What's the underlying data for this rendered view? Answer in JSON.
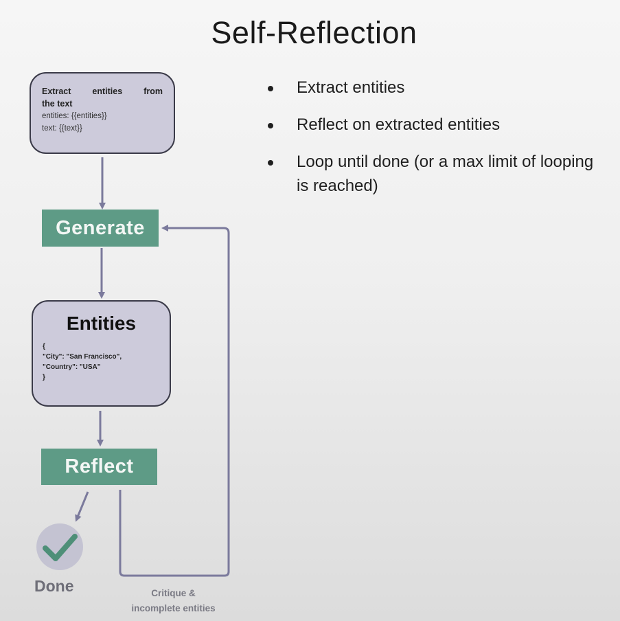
{
  "title": "Self-Reflection",
  "prompt_box": {
    "heading_line1": "Extract entities from",
    "heading_line2": "the text",
    "line1": "entities: {{entities}}",
    "line2": "text: {{text}}"
  },
  "generate_label": "Generate",
  "entities_box": {
    "title": "Entities",
    "lines": [
      "{",
      "\"City\": \"San Francisco\",",
      "\"Country\": \"USA\"",
      "}"
    ]
  },
  "reflect_label": "Reflect",
  "done_label": "Done",
  "loop_label_line1": "Critique &",
  "loop_label_line2": "incomplete entities",
  "bullets": [
    "Extract entities",
    "Reflect on extracted entities",
    "Loop until done (or a max limit of looping is reached)"
  ],
  "colors": {
    "node_fill": "#cdcbdb",
    "action_fill": "#5e9b86",
    "arrow": "#7b7a9c",
    "check": "#4e8f78"
  },
  "icons": [
    "checkmark-icon"
  ]
}
